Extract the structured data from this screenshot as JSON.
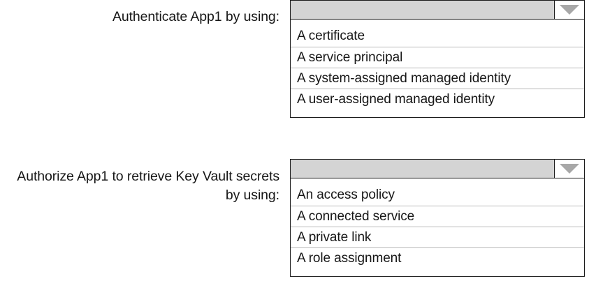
{
  "questions": [
    {
      "label": "Authenticate App1 by using:",
      "dropdown": {
        "selected_value": "",
        "arrow_icon": "chevron-down-icon",
        "options": [
          "A certificate",
          "A service principal",
          "A system-assigned managed identity",
          "A user-assigned managed identity"
        ]
      }
    },
    {
      "label": "Authorize App1 to retrieve Key Vault secrets by using:",
      "dropdown": {
        "selected_value": "",
        "arrow_icon": "chevron-down-icon",
        "options": [
          "An access policy",
          "A connected service",
          "A private link",
          "A role assignment"
        ]
      }
    }
  ],
  "colors": {
    "header_fill": "#d4d4d4",
    "border": "#1a1a1a",
    "arrow": "#a8a8a8",
    "separator": "#b9b9b9",
    "text": "#161616",
    "background": "#ffffff"
  }
}
